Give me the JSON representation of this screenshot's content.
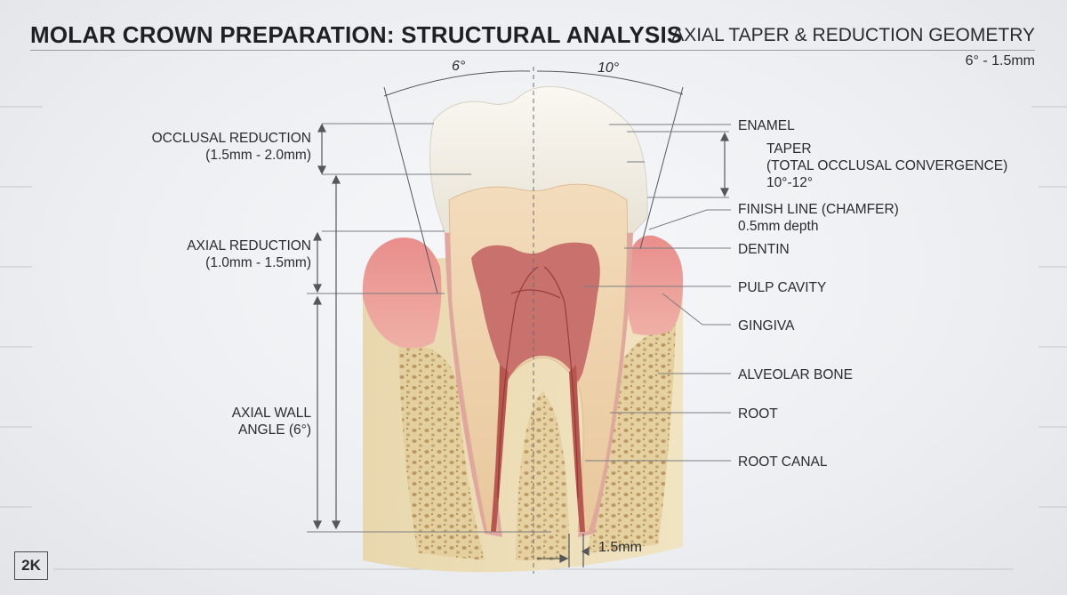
{
  "header": {
    "title": "MOLAR CROWN PREPARATION: STRUCTURAL ANALYSIS",
    "subtitle": "AXIAL TAPER & REDUCTION GEOMETRY",
    "range": "6° - 1.5mm"
  },
  "angles": {
    "left": "6°",
    "right": "10°"
  },
  "left_labels": {
    "occlusal_reduction": "OCCLUSAL REDUCTION",
    "occlusal_reduction_value": "(1.5mm - 2.0mm)",
    "axial_reduction": "AXIAL REDUCTION",
    "axial_reduction_value": "(1.0mm - 1.5mm)",
    "axial_wall": "AXIAL WALL",
    "axial_wall_angle": "ANGLE (6°)"
  },
  "right_labels": {
    "enamel": "ENAMEL",
    "taper": "TAPER",
    "taper_desc": "(TOTAL OCCLUSAL CONVERGENCE)",
    "taper_value": "10°-12°",
    "finish_line": "FINISH LINE (CHAMFER)",
    "finish_line_value": "0.5mm depth",
    "dentin": "DENTIN",
    "pulp_cavity": "PULP CAVITY",
    "gingiva": "GINGIVA",
    "alveolar_bone": "ALVEOLAR BONE",
    "root": "ROOT",
    "root_canal": "ROOT CANAL"
  },
  "bottom": {
    "measure": "1.5mm"
  },
  "badge": "2K",
  "colors": {
    "enamel": "#f4f1ea",
    "dentin": "#efd3b0",
    "pulp": "#c7716c",
    "gingiva": "#e79a98",
    "bone": "#e6d4a8",
    "line": "#55575c"
  }
}
